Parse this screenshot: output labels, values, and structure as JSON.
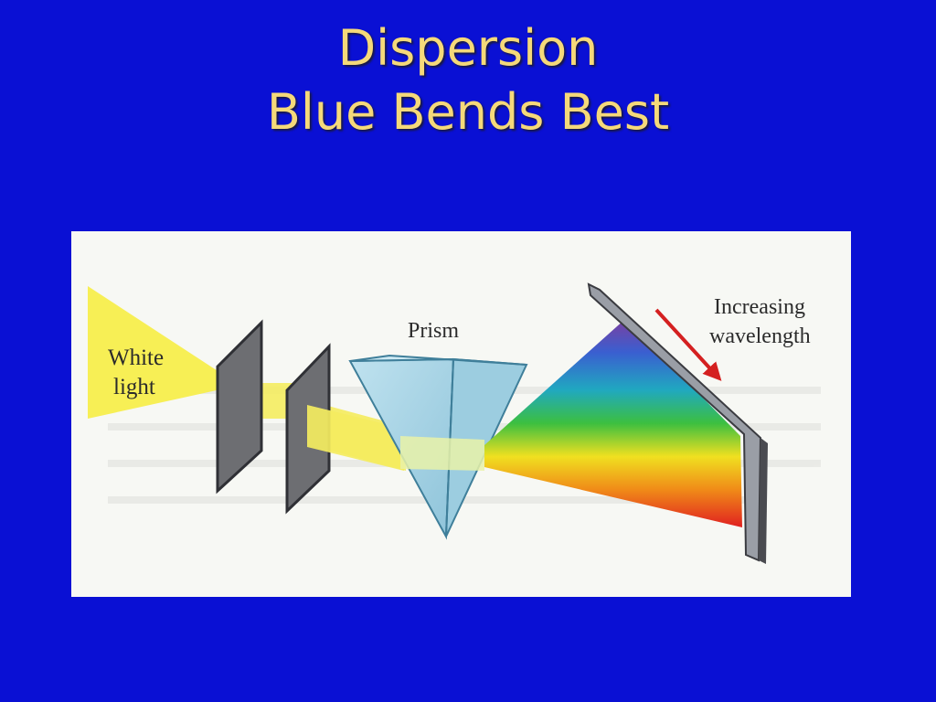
{
  "slide": {
    "title_line1": "Dispersion",
    "title_line2": "Blue Bends Best"
  },
  "diagram": {
    "white_light_line1": "White",
    "white_light_line2": "light",
    "prism_label": "Prism",
    "increasing_line1": "Increasing",
    "increasing_line2": "wavelength"
  },
  "colors": {
    "background": "#0a10d4",
    "title": "#f5d97a",
    "white_light": "#f7ef55",
    "prism": "#a9d3e6",
    "arrow": "#d42020",
    "screen_frame": "#9a9ea6"
  }
}
